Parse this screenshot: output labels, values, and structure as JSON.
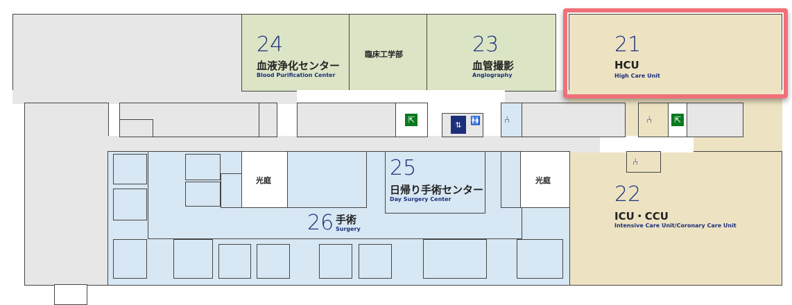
{
  "rooms": {
    "r24": {
      "number": "24",
      "name": "血液浄化センター",
      "english": "Blood Purification Center"
    },
    "clinical_eng": {
      "name": "臨床工学部"
    },
    "r23": {
      "number": "23",
      "name": "血管撮影",
      "english": "Angiography"
    },
    "r21": {
      "number": "21",
      "name": "HCU",
      "english": "High Care Unit"
    },
    "r22": {
      "number": "22",
      "name": "ICU・CCU",
      "english": "Intensive Care Unit/Coronary Care Unit"
    },
    "r25": {
      "number": "25",
      "name": "日帰り手術センター",
      "english": "Day Surgery Center"
    },
    "r26": {
      "number": "26",
      "name": "手術",
      "english": "Surgery"
    },
    "courtyard_left": {
      "name": "光庭"
    },
    "courtyard_right": {
      "name": "光庭"
    }
  },
  "colors": {
    "highlight": "#f07079",
    "green_zone": "#dbe5c6",
    "tan_zone": "#ede3c3",
    "blue_zone": "#d7e7f3"
  }
}
